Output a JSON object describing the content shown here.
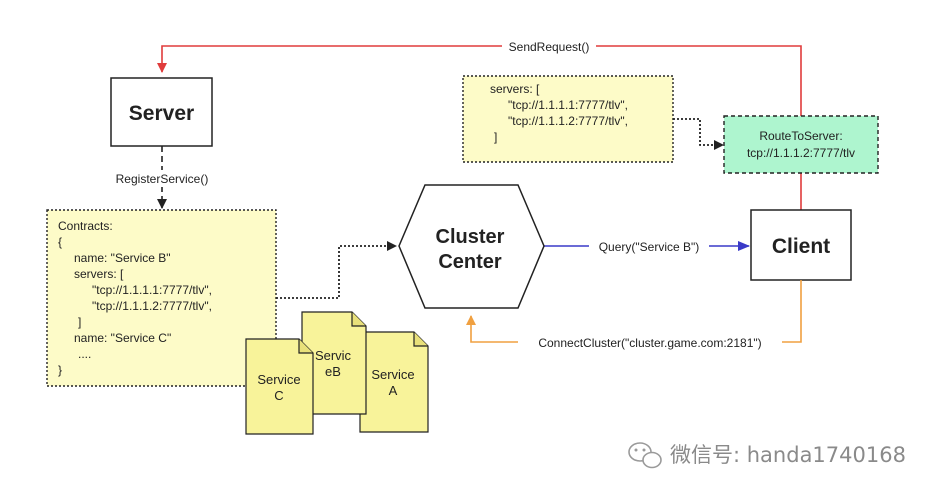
{
  "nodes": {
    "server": "Server",
    "cluster_center": [
      "Cluster",
      "Center"
    ],
    "client": "Client",
    "route_to_server": [
      "RouteToServer:",
      "tcp://1.1.1.2:7777/tlv"
    ]
  },
  "edges": {
    "send_request": "SendRequest()",
    "register_service": "RegisterService()",
    "query": "Query(\"Service B\")",
    "connect_cluster": "ConnectCluster(\"cluster.game.com:2181\")"
  },
  "servers_note": [
    "servers: [",
    "\"tcp://1.1.1.1:7777/tlv\",",
    "\"tcp://1.1.1.2:7777/tlv\",",
    "]"
  ],
  "contracts_note": [
    "Contracts:",
    "{",
    "name: \"Service B\"",
    "servers: [",
    "\"tcp://1.1.1.1:7777/tlv\",",
    "\"tcp://1.1.1.2:7777/tlv\",",
    "]",
    "name: \"Service C\"",
    "....",
    "}"
  ],
  "documents": {
    "service_c": [
      "Service",
      "C"
    ],
    "service_b": [
      "Servic",
      "eB"
    ],
    "service_a": [
      "Service",
      "A"
    ]
  },
  "watermark": "微信号: handa1740168",
  "colors": {
    "send_request": "#e03c3c",
    "query": "#3a3ac8",
    "connect_cluster": "#f0a040",
    "note_fill": "#fdfbc8",
    "route_fill": "#aef5cf",
    "doc_fill": "#f8f39a"
  }
}
